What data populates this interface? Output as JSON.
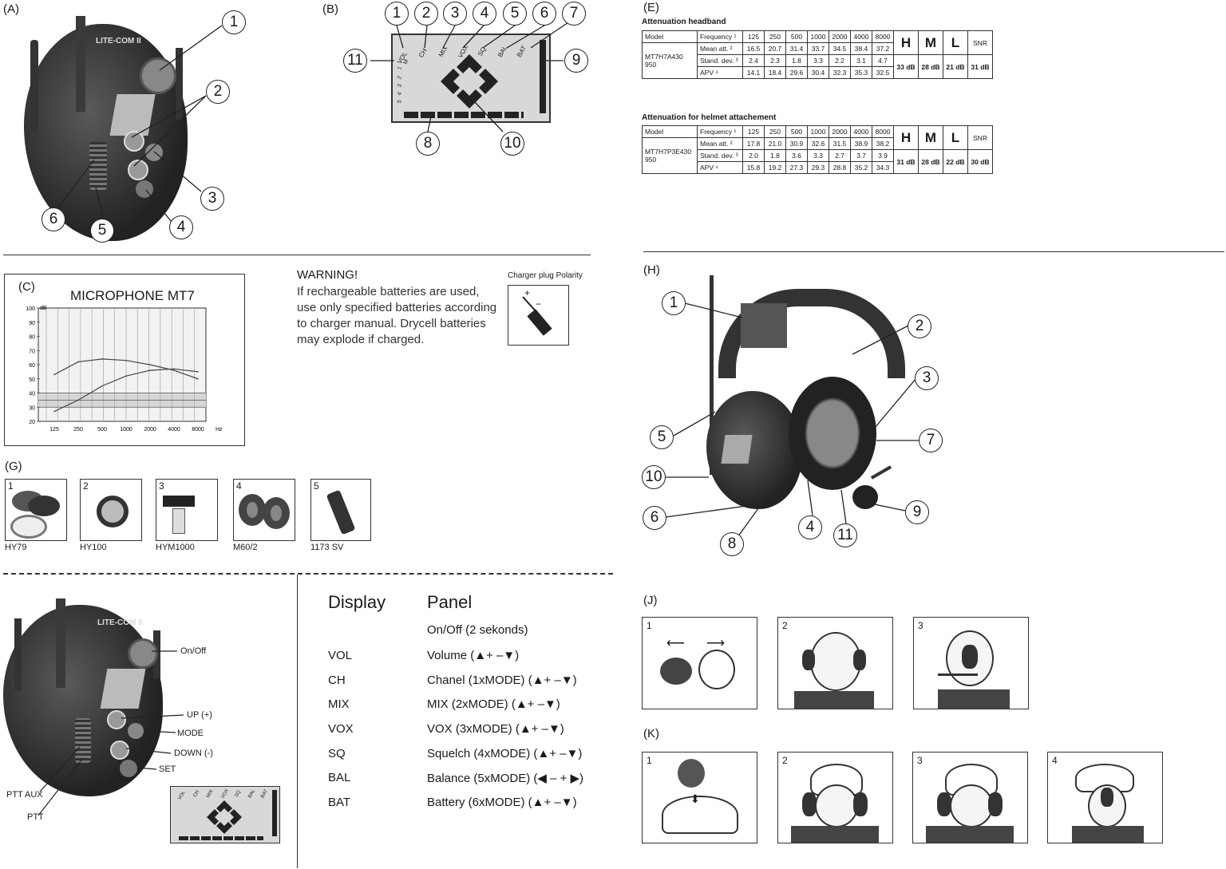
{
  "sections": {
    "a": "(A)",
    "b": "(B)",
    "c": "(C)",
    "e": "(E)",
    "g": "(G)",
    "h": "(H)",
    "j": "(J)",
    "k": "(K)"
  },
  "device": {
    "brand": "LITE-COM II"
  },
  "callouts_a": [
    "1",
    "2",
    "3",
    "4",
    "5",
    "6"
  ],
  "callouts_b": [
    "1",
    "2",
    "3",
    "4",
    "5",
    "6",
    "7",
    "8",
    "9",
    "10",
    "11"
  ],
  "callouts_h": [
    "1",
    "2",
    "3",
    "4",
    "5",
    "6",
    "7",
    "8",
    "9",
    "10",
    "11"
  ],
  "lcd_labels": [
    "VOL",
    "CH",
    "MIX",
    "VOX",
    "SQ",
    "BAL",
    "BAT"
  ],
  "lcd_side": [
    "1",
    "2",
    "3",
    "4",
    "5",
    "M"
  ],
  "attenuation": {
    "headband": {
      "title": "Attenuation headband",
      "model": "MT7H7A430 950",
      "freq_label": "Frequency ¹",
      "freqs": [
        "125",
        "250",
        "500",
        "1000",
        "2000",
        "4000",
        "8000"
      ],
      "rows": [
        {
          "label": "Mean att. ²",
          "values": [
            "16.5",
            "20.7",
            "31.4",
            "33.7",
            "34.5",
            "38.4",
            "37.2"
          ]
        },
        {
          "label": "Stand. dev. ³",
          "values": [
            "2.4",
            "2.3",
            "1.8",
            "3.3",
            "2.2",
            "3.1",
            "4.7"
          ]
        },
        {
          "label": "APV ⁴",
          "values": [
            "14.1",
            "18.4",
            "29.6",
            "30.4",
            "32.3",
            "35.3",
            "32.5"
          ]
        }
      ],
      "hml_heads": [
        "H",
        "M",
        "L"
      ],
      "snr_head": "SNR",
      "hml": [
        "33 dB",
        "28 dB",
        "21 dB"
      ],
      "snr": "31 dB"
    },
    "helmet": {
      "title": "Attenuation for helmet attachement",
      "model": "MT7H7P3E430 950",
      "freq_label": "Frequency ¹",
      "freqs": [
        "125",
        "250",
        "500",
        "1000",
        "2000",
        "4000",
        "8000"
      ],
      "rows": [
        {
          "label": "Mean att. ²",
          "values": [
            "17.8",
            "21.0",
            "30.9",
            "32.6",
            "31.5",
            "38.9",
            "38.2"
          ]
        },
        {
          "label": "Stand. dev. ³",
          "values": [
            "2.0",
            "1.8",
            "3.6",
            "3.3",
            "2.7",
            "3.7",
            "3.9"
          ]
        },
        {
          "label": "APV ⁴",
          "values": [
            "15.8",
            "19.2",
            "27.3",
            "29.3",
            "28.8",
            "35.2",
            "34.3"
          ]
        }
      ],
      "hml_heads": [
        "H",
        "M",
        "L"
      ],
      "snr_head": "SNR",
      "hml": [
        "31 dB",
        "28 dB",
        "22 dB"
      ],
      "snr": "30 dB"
    },
    "model_head": "Model"
  },
  "chart_data": {
    "type": "line",
    "title": "MICROPHONE MT7",
    "ylabel": "dB",
    "xlabel": "Hz",
    "x": [
      "125",
      "250",
      "500",
      "1000",
      "2000",
      "4000",
      "8000"
    ],
    "y_ticks": [
      "100",
      "90",
      "80",
      "70",
      "60",
      "50",
      "40",
      "30",
      "20"
    ],
    "ylim": [
      20,
      100
    ],
    "series": [
      {
        "values": [
          53,
          62,
          64,
          63,
          60,
          56,
          50
        ]
      },
      {
        "values": [
          27,
          35,
          45,
          52,
          56,
          57,
          55
        ]
      }
    ]
  },
  "warning": {
    "title": "WARNING!",
    "body": "If rechargeable batteries are used, use only specified batteries according to charger manual. Drycell batteries may explode if charged.",
    "charger_label": "Charger plug Polarity",
    "plus": "+",
    "minus": "−"
  },
  "accessories": [
    {
      "n": "1",
      "name": "HY79"
    },
    {
      "n": "2",
      "name": "HY100"
    },
    {
      "n": "3",
      "name": "HYM1000"
    },
    {
      "n": "4",
      "name": "M60/2"
    },
    {
      "n": "5",
      "name": "1173 SV"
    }
  ],
  "controls": {
    "on_off": "On/Off",
    "up": "UP (+)",
    "mode": "MODE",
    "down": "DOWN (-)",
    "set": "SET",
    "ptt_aux": "PTT AUX",
    "ptt": "PTT"
  },
  "panel_table": {
    "display_head": "Display",
    "panel_head": "Panel",
    "rows": [
      {
        "display": "",
        "panel": "On/Off  (2 sekonds)"
      },
      {
        "display": "VOL",
        "panel": "Volume (▲+ –▼)"
      },
      {
        "display": "CH",
        "panel": "Chanel (1xMODE) (▲+ –▼)"
      },
      {
        "display": "MIX",
        "panel": "MIX (2xMODE) (▲+ –▼)"
      },
      {
        "display": "VOX",
        "panel": "VOX (3xMODE) (▲+ –▼)"
      },
      {
        "display": "SQ",
        "panel": "Squelch (4xMODE) (▲+ –▼)"
      },
      {
        "display": "BAL",
        "panel": "Balance (5xMODE) (◀ – + ▶)"
      },
      {
        "display": "BAT",
        "panel": "Battery (6xMODE) (▲+ –▼)"
      }
    ]
  },
  "steps_j": [
    "1",
    "2",
    "3"
  ],
  "steps_k": [
    "1",
    "2",
    "3",
    "4"
  ]
}
